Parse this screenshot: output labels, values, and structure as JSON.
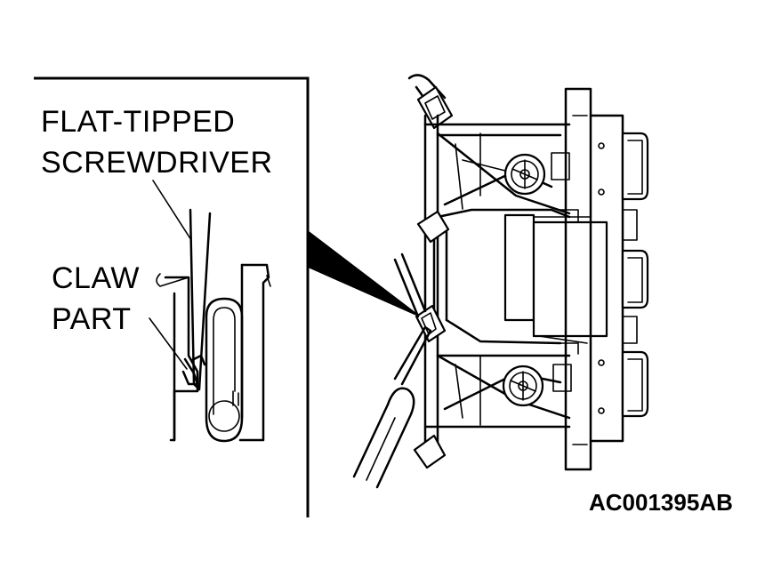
{
  "labels": {
    "screwdriver_line1": "FLAT-TIPPED",
    "screwdriver_line2": "SCREWDRIVER",
    "claw_line1": "CLAW",
    "claw_line2": "PART"
  },
  "figure_code": "AC001395AB",
  "icons": [
    "screwdriver-icon",
    "clip-spring-icon",
    "claw-icon",
    "heater-control-panel-icon"
  ],
  "colors": {
    "ink": "#000000",
    "paper": "#ffffff"
  }
}
